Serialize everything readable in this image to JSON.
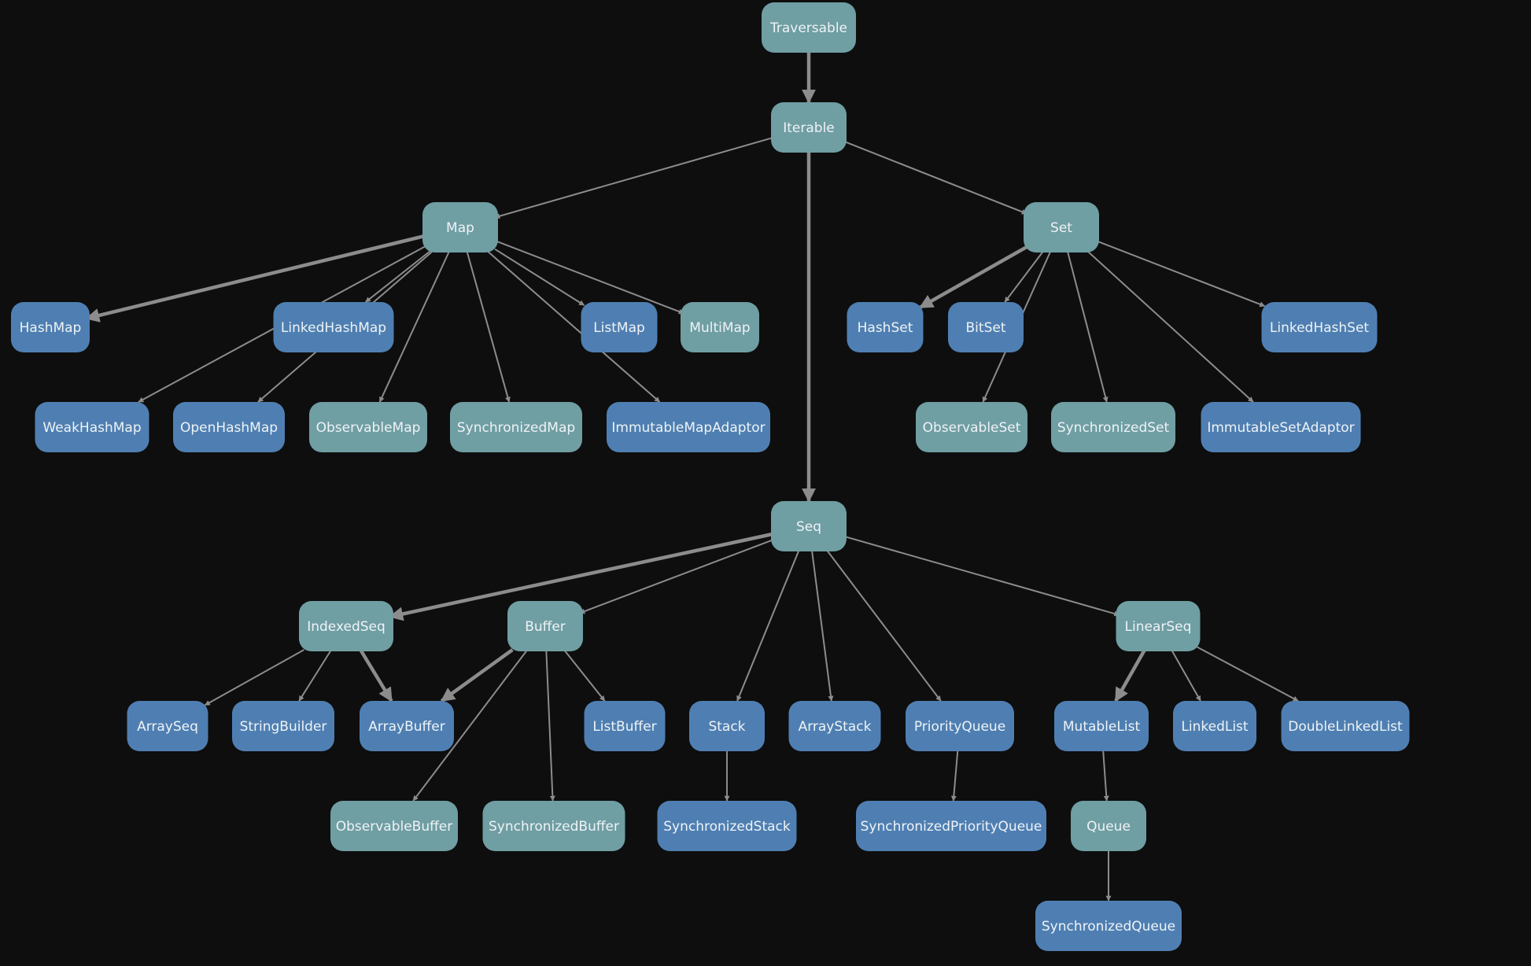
{
  "colors": {
    "background": "#0e0e0e",
    "trait": "#6f9ea3",
    "class": "#4f7fb2",
    "edge": "#8c8c8c",
    "label": "#eef3f6"
  },
  "nodes": [
    {
      "id": "traversable",
      "label": "Traversable",
      "kind": "trait"
    },
    {
      "id": "iterable",
      "label": "Iterable",
      "kind": "trait"
    },
    {
      "id": "map",
      "label": "Map",
      "kind": "trait"
    },
    {
      "id": "set",
      "label": "Set",
      "kind": "trait"
    },
    {
      "id": "seq",
      "label": "Seq",
      "kind": "trait"
    },
    {
      "id": "hashmap",
      "label": "HashMap",
      "kind": "class"
    },
    {
      "id": "linkedhashmap",
      "label": "LinkedHashMap",
      "kind": "class"
    },
    {
      "id": "listmap",
      "label": "ListMap",
      "kind": "class"
    },
    {
      "id": "multimap",
      "label": "MultiMap",
      "kind": "trait"
    },
    {
      "id": "weakhashmap",
      "label": "WeakHashMap",
      "kind": "class"
    },
    {
      "id": "openhashmap",
      "label": "OpenHashMap",
      "kind": "class"
    },
    {
      "id": "observablemap",
      "label": "ObservableMap",
      "kind": "trait"
    },
    {
      "id": "synchronizedmap",
      "label": "SynchronizedMap",
      "kind": "trait"
    },
    {
      "id": "immutablemapadaptor",
      "label": "ImmutableMapAdaptor",
      "kind": "class"
    },
    {
      "id": "hashset",
      "label": "HashSet",
      "kind": "class"
    },
    {
      "id": "bitset",
      "label": "BitSet",
      "kind": "class"
    },
    {
      "id": "linkedhashset",
      "label": "LinkedHashSet",
      "kind": "class"
    },
    {
      "id": "observableset",
      "label": "ObservableSet",
      "kind": "trait"
    },
    {
      "id": "synchronizedset",
      "label": "SynchronizedSet",
      "kind": "trait"
    },
    {
      "id": "immutablesetadaptor",
      "label": "ImmutableSetAdaptor",
      "kind": "class"
    },
    {
      "id": "indexedseq",
      "label": "IndexedSeq",
      "kind": "trait"
    },
    {
      "id": "buffer",
      "label": "Buffer",
      "kind": "trait"
    },
    {
      "id": "linearseq",
      "label": "LinearSeq",
      "kind": "trait"
    },
    {
      "id": "arrayseq",
      "label": "ArraySeq",
      "kind": "class"
    },
    {
      "id": "stringbuilder",
      "label": "StringBuilder",
      "kind": "class"
    },
    {
      "id": "arraybuffer",
      "label": "ArrayBuffer",
      "kind": "class"
    },
    {
      "id": "listbuffer",
      "label": "ListBuffer",
      "kind": "class"
    },
    {
      "id": "stack",
      "label": "Stack",
      "kind": "class"
    },
    {
      "id": "arraystack",
      "label": "ArrayStack",
      "kind": "class"
    },
    {
      "id": "priorityqueue",
      "label": "PriorityQueue",
      "kind": "class"
    },
    {
      "id": "mutablelist",
      "label": "MutableList",
      "kind": "class"
    },
    {
      "id": "linkedlist",
      "label": "LinkedList",
      "kind": "class"
    },
    {
      "id": "doublelinkedlist",
      "label": "DoubleLinkedList",
      "kind": "class"
    },
    {
      "id": "observablebuffer",
      "label": "ObservableBuffer",
      "kind": "trait"
    },
    {
      "id": "synchronizedbuffer",
      "label": "SynchronizedBuffer",
      "kind": "trait"
    },
    {
      "id": "synchronizedstack",
      "label": "SynchronizedStack",
      "kind": "class"
    },
    {
      "id": "synchronizedpriorityqueue",
      "label": "SynchronizedPriorityQueue",
      "kind": "class"
    },
    {
      "id": "queue",
      "label": "Queue",
      "kind": "trait"
    },
    {
      "id": "synchronizedqueue",
      "label": "SynchronizedQueue",
      "kind": "class"
    }
  ],
  "edges": [
    {
      "from": "traversable",
      "to": "iterable",
      "strong": true
    },
    {
      "from": "iterable",
      "to": "map"
    },
    {
      "from": "iterable",
      "to": "set"
    },
    {
      "from": "iterable",
      "to": "seq",
      "strong": true
    },
    {
      "from": "map",
      "to": "hashmap",
      "strong": true
    },
    {
      "from": "map",
      "to": "weakhashmap"
    },
    {
      "from": "map",
      "to": "openhashmap"
    },
    {
      "from": "map",
      "to": "linkedhashmap"
    },
    {
      "from": "map",
      "to": "observablemap"
    },
    {
      "from": "map",
      "to": "synchronizedmap"
    },
    {
      "from": "map",
      "to": "immutablemapadaptor"
    },
    {
      "from": "map",
      "to": "listmap"
    },
    {
      "from": "map",
      "to": "multimap"
    },
    {
      "from": "set",
      "to": "hashset",
      "strong": true
    },
    {
      "from": "set",
      "to": "bitset"
    },
    {
      "from": "set",
      "to": "observableset"
    },
    {
      "from": "set",
      "to": "synchronizedset"
    },
    {
      "from": "set",
      "to": "immutablesetadaptor"
    },
    {
      "from": "set",
      "to": "linkedhashset"
    },
    {
      "from": "seq",
      "to": "indexedseq",
      "strong": true
    },
    {
      "from": "seq",
      "to": "buffer"
    },
    {
      "from": "seq",
      "to": "stack"
    },
    {
      "from": "seq",
      "to": "arraystack"
    },
    {
      "from": "seq",
      "to": "priorityqueue"
    },
    {
      "from": "seq",
      "to": "linearseq"
    },
    {
      "from": "indexedseq",
      "to": "arrayseq"
    },
    {
      "from": "indexedseq",
      "to": "stringbuilder"
    },
    {
      "from": "indexedseq",
      "to": "arraybuffer",
      "strong": true
    },
    {
      "from": "buffer",
      "to": "arraybuffer",
      "strong": true
    },
    {
      "from": "buffer",
      "to": "observablebuffer"
    },
    {
      "from": "buffer",
      "to": "synchronizedbuffer"
    },
    {
      "from": "buffer",
      "to": "listbuffer"
    },
    {
      "from": "stack",
      "to": "synchronizedstack"
    },
    {
      "from": "priorityqueue",
      "to": "synchronizedpriorityqueue"
    },
    {
      "from": "linearseq",
      "to": "mutablelist",
      "strong": true
    },
    {
      "from": "linearseq",
      "to": "linkedlist"
    },
    {
      "from": "linearseq",
      "to": "doublelinkedlist"
    },
    {
      "from": "mutablelist",
      "to": "queue"
    },
    {
      "from": "queue",
      "to": "synchronizedqueue"
    }
  ]
}
